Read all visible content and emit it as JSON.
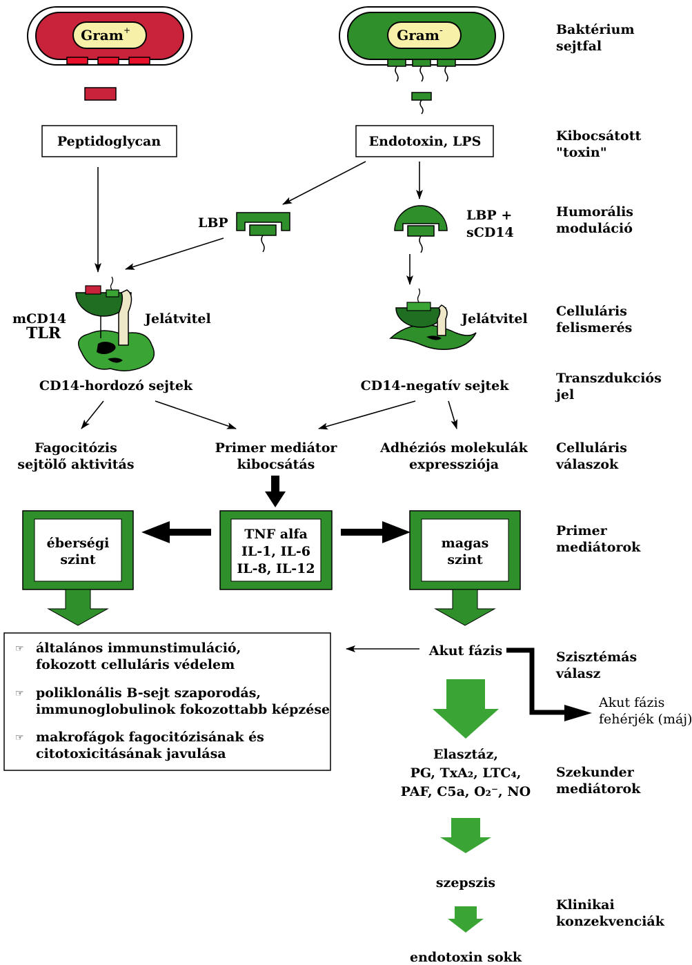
{
  "colors": {
    "dark_green": "#1f6e22",
    "green": "#2f8f2a",
    "bright_green": "#3aa535",
    "red": "#c8233a",
    "pale_yellow": "#f6f0a8",
    "cream": "#efe8c8",
    "black": "#000000",
    "white": "#ffffff"
  },
  "bacteria": {
    "gram_pos": {
      "label": "Gram",
      "sup": "+"
    },
    "gram_neg": {
      "label": "Gram",
      "sup": "-"
    }
  },
  "toxins": {
    "left": "Peptidoglycan",
    "right": "Endotoxin, LPS"
  },
  "humoral": {
    "lbp": "LBP",
    "lbp_scd14_line1": "LBP +",
    "lbp_scd14_line2": "sCD14"
  },
  "cells": {
    "left_receptor_line1": "mCD14",
    "left_receptor_line2": "TLR",
    "jelatvitel_left": "Jelátvitel",
    "jelatvitel_right": "Jelátvitel",
    "left_title": "CD14-hordozó sejtek",
    "right_title": "CD14-negatív sejtek"
  },
  "responses": {
    "fagocitozis_line1": "Fagocitózis",
    "fagocitozis_line2": "sejtölő aktivitás",
    "primer_line1": "Primer mediátor",
    "primer_line2": "kibocsátás",
    "adhezios_line1": "Adhéziós molekulák",
    "adhezios_line2": "expressziója"
  },
  "mediators": {
    "left_line1": "éberségi",
    "left_line2": "szint",
    "center_line1": "TNF alfa",
    "center_line2": "IL-1, IL-6",
    "center_line3": "IL-8, IL-12",
    "right_line1": "magas",
    "right_line2": "szint"
  },
  "bullets": [
    {
      "line1": "általános immunstimuláció,",
      "line2": "fokozott celluláris védelem"
    },
    {
      "line1": "poliklonális B-sejt szaporodás,",
      "line2": "immunoglobulinok fokozottabb képzése"
    },
    {
      "line1": "makrofágok fagocitózisának és",
      "line2": "citotoxicitásának javulása"
    }
  ],
  "bullet_icon": "pointing-hand-icon",
  "flow": {
    "akut_fazis": "Akut fázis",
    "akut_proteins_line1": "Akut fázis",
    "akut_proteins_line2": "fehérjék (máj)",
    "secondary_line1": "Elasztáz,",
    "secondary_line2": "PG, TxA₂, LTC₄,",
    "secondary_line3": "PAF, C5a, O₂⁻, NO",
    "sepsis": "szepszis",
    "shock": "endotoxin sokk"
  },
  "right_labels": [
    {
      "line1": "Baktérium",
      "line2": "sejtfal"
    },
    {
      "line1": "Kibocsátott",
      "line2": "\"toxin\""
    },
    {
      "line1": "Humorális",
      "line2": "moduláció"
    },
    {
      "line1": "Celluláris",
      "line2": "felismerés"
    },
    {
      "line1": "Transzdukciós",
      "line2": "jel"
    },
    {
      "line1": "Celluláris",
      "line2": "válaszok"
    },
    {
      "line1": "Primer",
      "line2": "mediátorok"
    },
    {
      "line1": "Szisztémás",
      "line2": "válasz"
    },
    {
      "line1": "Szekunder",
      "line2": "mediátorok"
    },
    {
      "line1": "Klinikai",
      "line2": "konzekvenciák"
    }
  ]
}
